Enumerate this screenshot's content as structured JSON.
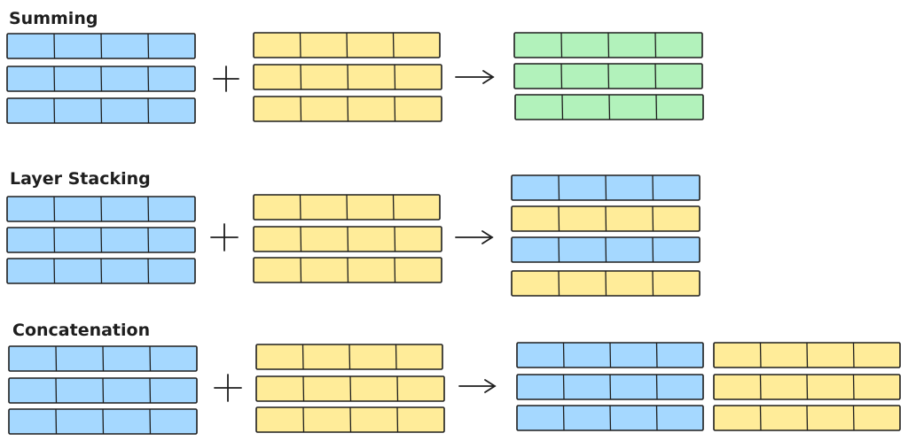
{
  "colors": {
    "blue": "#a5d8ff",
    "yellow": "#ffec99",
    "green": "#b2f2bb",
    "stroke": "#1e1e1e"
  },
  "sections": [
    {
      "title": "Summing",
      "operator": "plus",
      "left": [
        "blue",
        "blue",
        "blue"
      ],
      "right": [
        "yellow",
        "yellow",
        "yellow"
      ],
      "result_columns": [
        [
          "green",
          "green",
          "green"
        ]
      ]
    },
    {
      "title": "Layer Stacking",
      "operator": "plus",
      "left": [
        "blue",
        "blue",
        "blue"
      ],
      "right": [
        "yellow",
        "yellow",
        "yellow"
      ],
      "result_columns": [
        [
          "blue",
          "yellow",
          "blue",
          "yellow"
        ]
      ]
    },
    {
      "title": "Concatenation",
      "operator": "plus",
      "left": [
        "blue",
        "blue",
        "blue"
      ],
      "right": [
        "yellow",
        "yellow",
        "yellow"
      ],
      "result_columns": [
        [
          "blue",
          "blue",
          "blue"
        ],
        [
          "yellow",
          "yellow",
          "yellow"
        ]
      ]
    }
  ]
}
